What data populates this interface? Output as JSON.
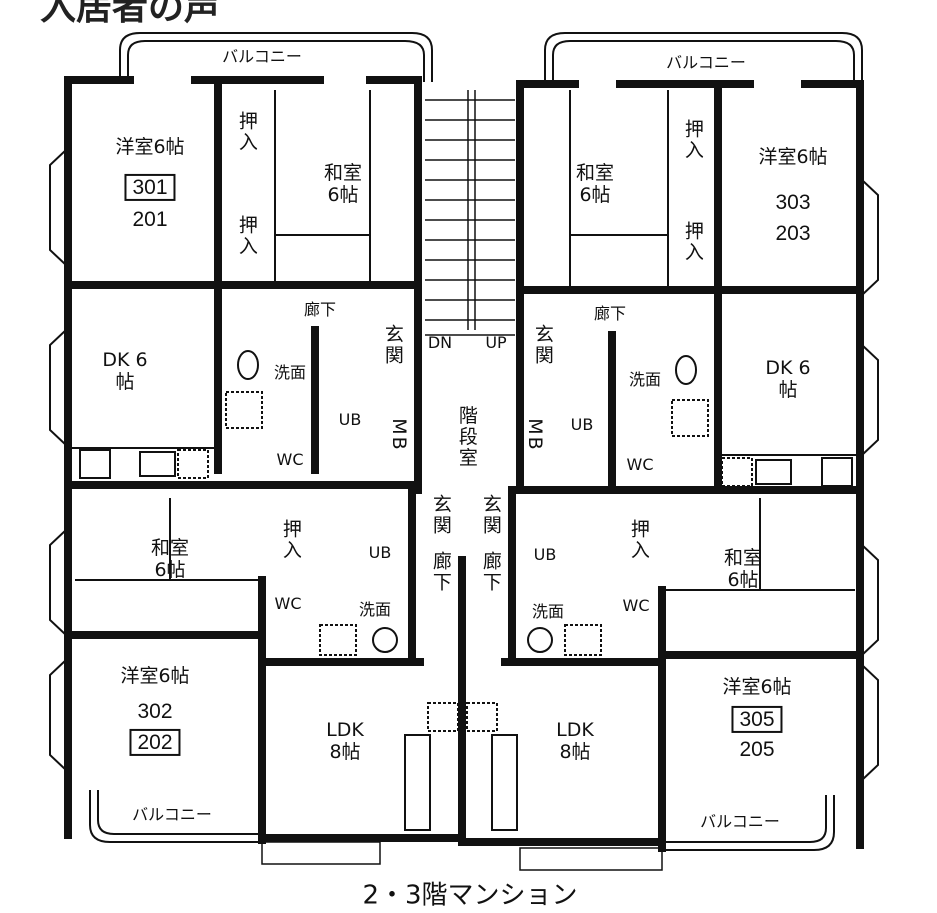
{
  "title_partial": "入居者の声",
  "caption": "2・3階マンション",
  "balconies": [
    "バルコニー",
    "バルコニー",
    "バルコニー",
    "バルコニー"
  ],
  "units": {
    "top_left": {
      "western_room": "洋室6帖",
      "unit_box": "301",
      "unit_plain": "201",
      "closet1": "押入",
      "closet2": "押入",
      "japanese_room": "和室6帖",
      "corridor": "廊下",
      "entrance": "玄関",
      "dk": "DK 6帖",
      "washroom": "洗面",
      "bath": "UB",
      "wc": "WC",
      "mb": "MB"
    },
    "top_right": {
      "western_room": "洋室6帖",
      "unit_plain_top": "303",
      "unit_plain": "203",
      "closet1": "押入",
      "closet2": "押入",
      "japanese_room": "和室6帖",
      "corridor": "廊下",
      "entrance": "玄関",
      "dk": "DK 6帖",
      "washroom": "洗面",
      "bath": "UB",
      "wc": "WC",
      "mb": "MB"
    },
    "bottom_left": {
      "japanese_room": "和室6帖",
      "closet": "押入",
      "bath": "UB",
      "entrance": "玄関",
      "corridor": "廊下",
      "wc": "WC",
      "washroom": "洗面",
      "western_room": "洋室6帖",
      "unit_plain": "302",
      "unit_box": "202",
      "ldk": "LDK 8帖"
    },
    "bottom_right": {
      "japanese_room": "和室6帖",
      "closet": "押入",
      "bath": "UB",
      "entrance": "玄関",
      "corridor": "廊下",
      "wc": "WC",
      "washroom": "洗面",
      "western_room": "洋室6帖",
      "unit_box": "305",
      "unit_plain": "205",
      "ldk": "LDK 8帖"
    }
  },
  "stair": {
    "down": "DN",
    "up": "UP",
    "label": "階段室"
  }
}
